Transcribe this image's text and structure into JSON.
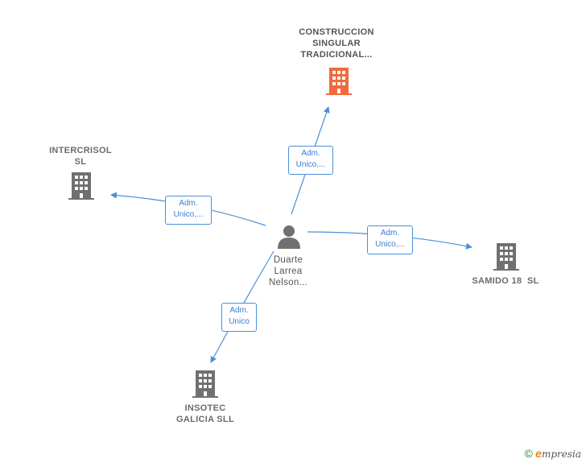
{
  "colors": {
    "edge": "#4a8fd9",
    "main_company": "#f26a3d",
    "company": "#707070",
    "person": "#707070"
  },
  "center": {
    "name_lines": [
      "Duarte",
      "Larrea",
      "Nelson..."
    ],
    "icon": "person-icon"
  },
  "companies": {
    "construccion": {
      "name_lines": [
        "CONSTRUCCION",
        "SINGULAR",
        "TRADICIONAL..."
      ],
      "icon": "building-icon"
    },
    "intercrisol": {
      "name_lines": [
        "INTERCRISOL",
        "SL"
      ],
      "icon": "building-icon"
    },
    "samido": {
      "name_lines": [
        "SAMIDO 18  SL"
      ],
      "icon": "building-icon"
    },
    "insotec": {
      "name_lines": [
        "INSOTEC",
        "GALICIA SLL"
      ],
      "icon": "building-icon"
    }
  },
  "edges": {
    "construccion": {
      "lines": [
        "Adm.",
        "Unico,..."
      ]
    },
    "intercrisol": {
      "lines": [
        "Adm.",
        "Unico,..."
      ]
    },
    "samido": {
      "lines": [
        "Adm.",
        "Unico,..."
      ]
    },
    "insotec": {
      "lines": [
        "Adm.",
        "Unico"
      ]
    }
  },
  "footer": {
    "copyright": "©",
    "brand_initial": "e",
    "brand_rest": "mpresia"
  }
}
